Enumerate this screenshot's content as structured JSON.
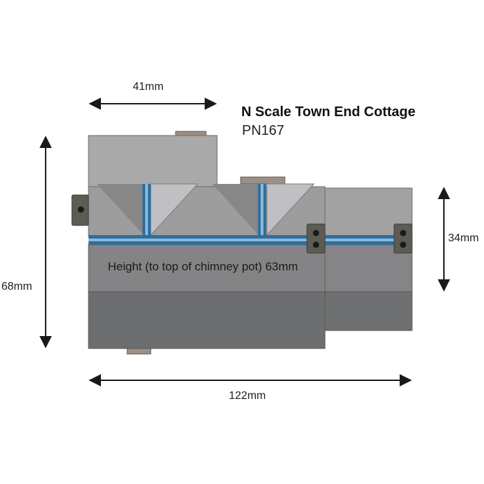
{
  "title": "N Scale Town End Cottage",
  "part_number": "PN167",
  "dimensions": {
    "top_width": "41mm",
    "overall_width": "122mm",
    "left_height": "68mm",
    "right_height": "34mm",
    "chimney_height_note": "Height (to top of chimney pot) 63mm"
  },
  "colors": {
    "roof_light": "#a8a8a8",
    "roof_mid": "#9a9a9a",
    "wall_dark": "#6d6e70",
    "wall_mid": "#808082",
    "blue_trim": "#2e6f9e",
    "blue_light": "#8fb8d6",
    "chimney": "#9c8f85",
    "bracket": "#5a5a50",
    "arrow": "#1a1a1a"
  }
}
